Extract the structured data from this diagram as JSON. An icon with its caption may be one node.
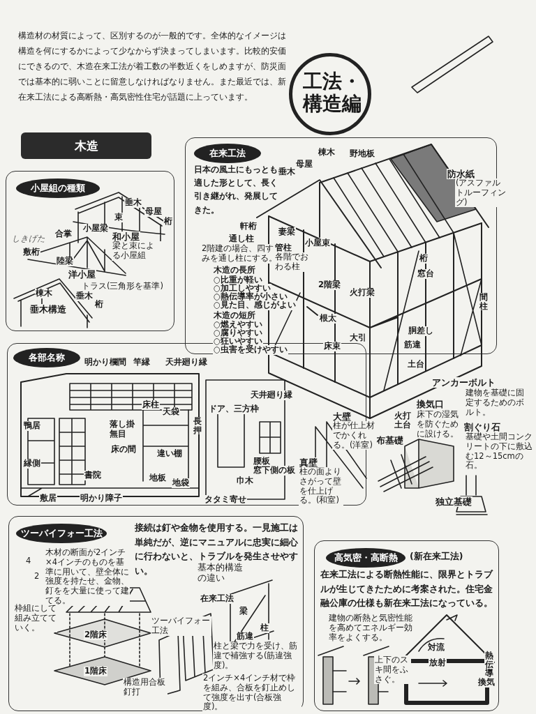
{
  "diagram": {
    "nodes": [
      {
        "text": [
          "工法・構造編"
        ]
      },
      {
        "text": [
          "木造"
        ]
      },
      {
        "text": [
          "小屋組の種類"
        ]
      },
      {
        "text": [
          "在来工法",
          "日本の風土にもっとも適した形として、長く引き継がれ、発展してきた。"
        ]
      },
      {
        "text": [
          "各部名称"
        ]
      },
      {
        "text": [
          "ツーバイフォー工法",
          "接続は釘や金物を使用する。一見施工は単純だが、逆にマニュアルに忠実に細心に行わないと、トラブルを発生させやすい。"
        ]
      },
      {
        "text": [
          "高気密・高断熱",
          "(新在来工法)",
          "在来工法による断熱性能に、限界とトラブルが生じてきたために考案された。住宅金融公庫の仕様も新在来工法になっている。"
        ]
      }
    ],
    "labels": [
      "構造材の材質によって、区別するのが一般的です。全体的なイメージは構造を何にするかによって少なからず決まってしまいます。比較的安価にできるので、木造在来工法が着工数の半数近くをしめますが、防災面では基本的に弱いことに留意しなければなりません。また最近では、新在来工法による高断熱・高気密性住宅が話題に上っています。",
      "垂木",
      "母屋",
      "桁",
      "束",
      "小屋梁",
      "和小屋",
      "梁と束による小屋組",
      "合掌",
      "しきげた",
      "敷桁",
      "陸梁",
      "洋小屋",
      "トラス(三角形を基準)",
      "棟木",
      "垂木",
      "桁",
      "垂木構造",
      "垂木",
      "母屋",
      "棟木",
      "野地板",
      "防水紙",
      "(アスファルトルーフィング)",
      "軒桁",
      "通し柱",
      "2階建の場合、四すみを通し柱にする。",
      "妻梁",
      "管柱",
      "各階でおわる柱",
      "小屋束",
      "木造の長所",
      "○比重が軽い",
      "○加工しやすい",
      "○熱伝導率が小さい",
      "○見た目、感じがよい",
      "木造の短所",
      "○燃えやすい",
      "○腐りやすい",
      "○狂いやすい",
      "○虫害を受けやすい",
      "桁",
      "窓台",
      "2階梁",
      "火打梁",
      "間柱",
      "根太",
      "胴差し",
      "大引",
      "床束",
      "筋違",
      "土台",
      "アンカーボルト",
      "建物を基礎に固定するためのボルト。",
      "換気口",
      "床下の湿気を防ぐために設ける。",
      "火打土台",
      "布基礎",
      "割ぐり石",
      "基礎や土間コンクリートの下に敷込む12～15cmの石。",
      "独立基礎",
      "明かり欄間",
      "竿縁",
      "天井廻り縁",
      "鴨居",
      "落し掛",
      "無目",
      "床柱",
      "天袋",
      "長押",
      "ドア、三方枠",
      "天井廻り縁",
      "床の間",
      "違い棚",
      "縁側",
      "書院",
      "地板",
      "地袋",
      "腰板",
      "窓下側の板",
      "巾木",
      "大壁",
      "柱が仕上材でかくれる。(洋室)",
      "真壁",
      "柱の面よりさがって壁を仕上げる。(和室)",
      "敷居",
      "明かり障子",
      "タタミ寄せ",
      "4",
      "2",
      "木材の断面が2インチ×4インチのものを基準に用いて、壁全体に強度を持たせ、金物、釘をを大量に使って建てる。",
      "枠組にして組み立てていく。",
      "2階床",
      "1階床",
      "基本的構造の違い",
      "在来工法",
      "ツーバイフォー工法",
      "梁",
      "柱",
      "筋違",
      "柱と梁で力を受け、筋違で補強する(筋違強度)。",
      "構造用合板釘打",
      "2インチ×4インチ材で枠を組み、合板を釘止めして強度を出す(合板強度)。",
      "建物の断熱と気密性能を高めてエネルギー効率をよくする。",
      "上下のスキ間をふさぐ。",
      "対流",
      "放射",
      "熱伝導",
      "換気"
    ]
  }
}
